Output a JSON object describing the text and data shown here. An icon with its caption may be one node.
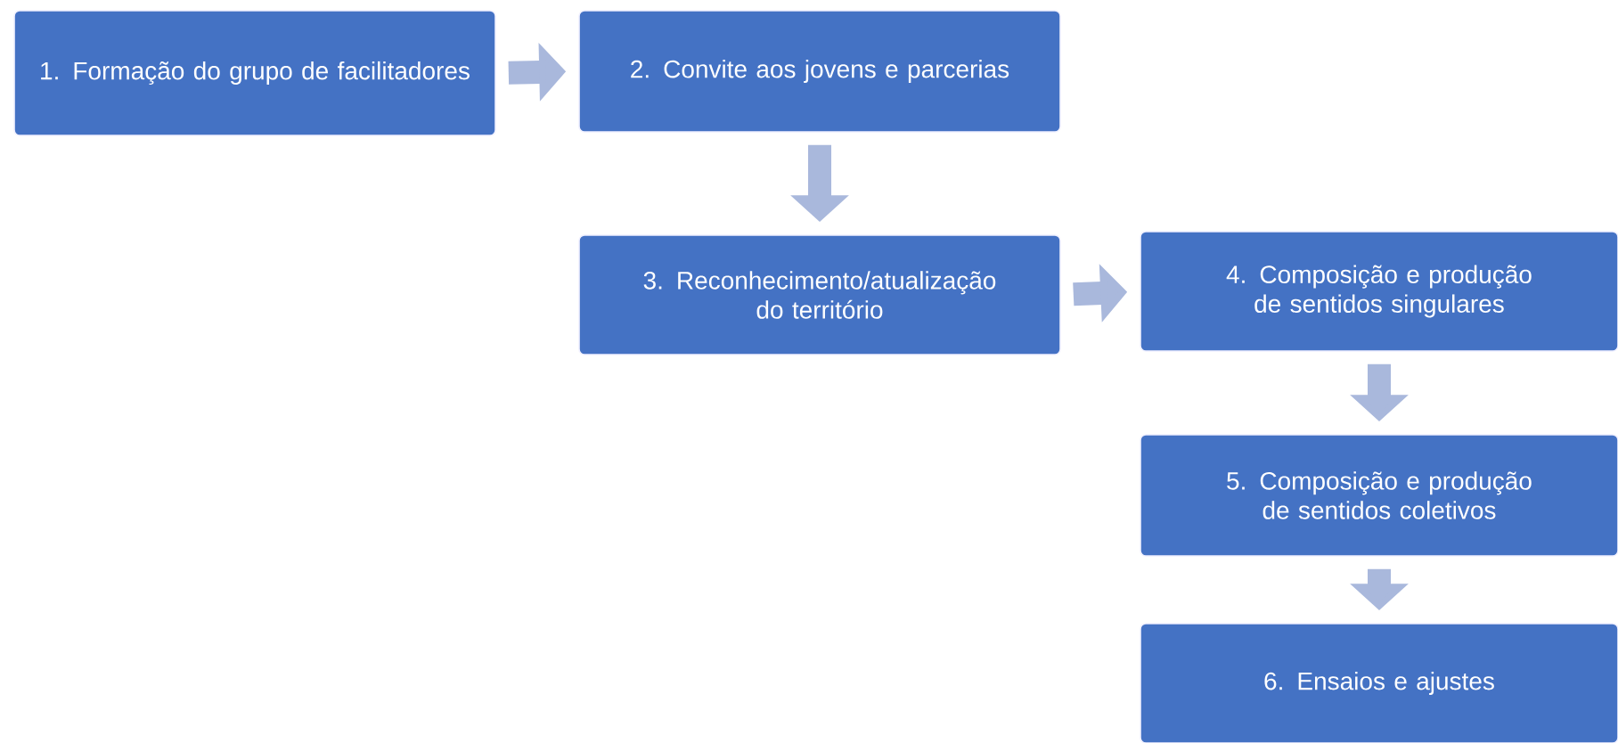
{
  "diagram": {
    "nodes": [
      {
        "text": [
          "1. Formação do grupo de facilitadores"
        ]
      },
      {
        "text": [
          "2. Convite aos jovens e parcerias"
        ]
      },
      {
        "text": [
          "3. Reconhecimento/atualização do território"
        ]
      },
      {
        "text": [
          "4. Composição e produção de sentidos singulares"
        ]
      },
      {
        "text": [
          "5. Composição e produção de sentidos coletivos"
        ]
      },
      {
        "text": [
          "6. Ensaios e ajustes"
        ]
      }
    ],
    "edges": [
      {
        "from": 0,
        "to": 1,
        "arrow": "to"
      },
      {
        "from": 1,
        "to": 2,
        "arrow": "to"
      },
      {
        "from": 2,
        "to": 3,
        "arrow": "to"
      },
      {
        "from": 3,
        "to": 4,
        "arrow": "to"
      },
      {
        "from": 4,
        "to": 5,
        "arrow": "to"
      }
    ]
  }
}
